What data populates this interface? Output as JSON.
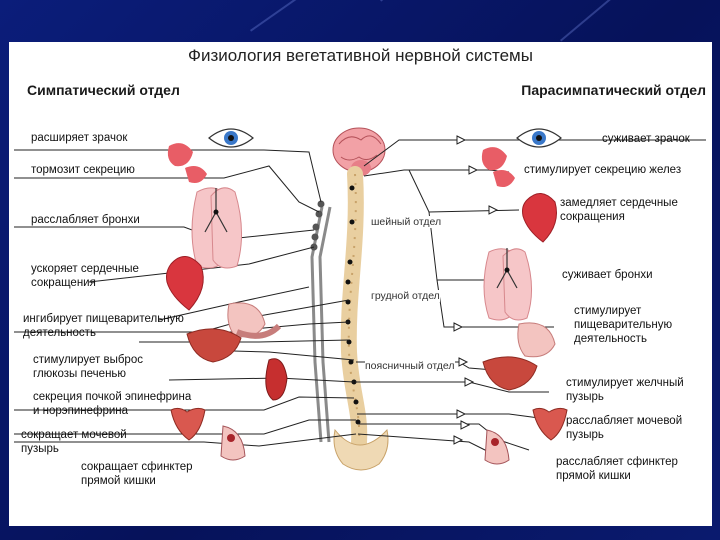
{
  "title": "Физиология вегетативной нервной системы",
  "sympathetic": {
    "header": "Симпатический отдел",
    "effects": [
      "расширяет зрачок",
      "тормозит секрецию",
      "расслабляет бронхи",
      "ускоряет сердечные\nсокращения",
      "ингибирует пищеварительную\nдеятельность",
      "стимулирует выброс\nглюкозы печенью",
      "секреция почкой эпинефрина\nи норэпинефрина",
      "сокращает мочевой\nпузырь",
      "сокращает сфинктер\nпрямой кишки"
    ]
  },
  "parasympathetic": {
    "header": "Парасимпатический отдел",
    "effects": [
      "суживает зрачок",
      "стимулирует секрецию желез",
      "замедляет сердечные\nсокращения",
      "суживает бронхи",
      "стимулирует\nпищеварительную\nдеятельность",
      "стимулирует желчный\nпузырь",
      "расслабляет мочевой\nпузырь",
      "расслабляет сфинктер\nпрямой кишки"
    ]
  },
  "spine_regions": [
    "шейный\nотдел",
    "грудной\nотдел",
    "поясничный\nотдел"
  ],
  "colors": {
    "background": "#0a1a6e",
    "panel": "#ffffff",
    "line": "#222222",
    "organ": "#d9363e",
    "spine": "#e9cfa0",
    "brain": "#f2a1a6"
  }
}
